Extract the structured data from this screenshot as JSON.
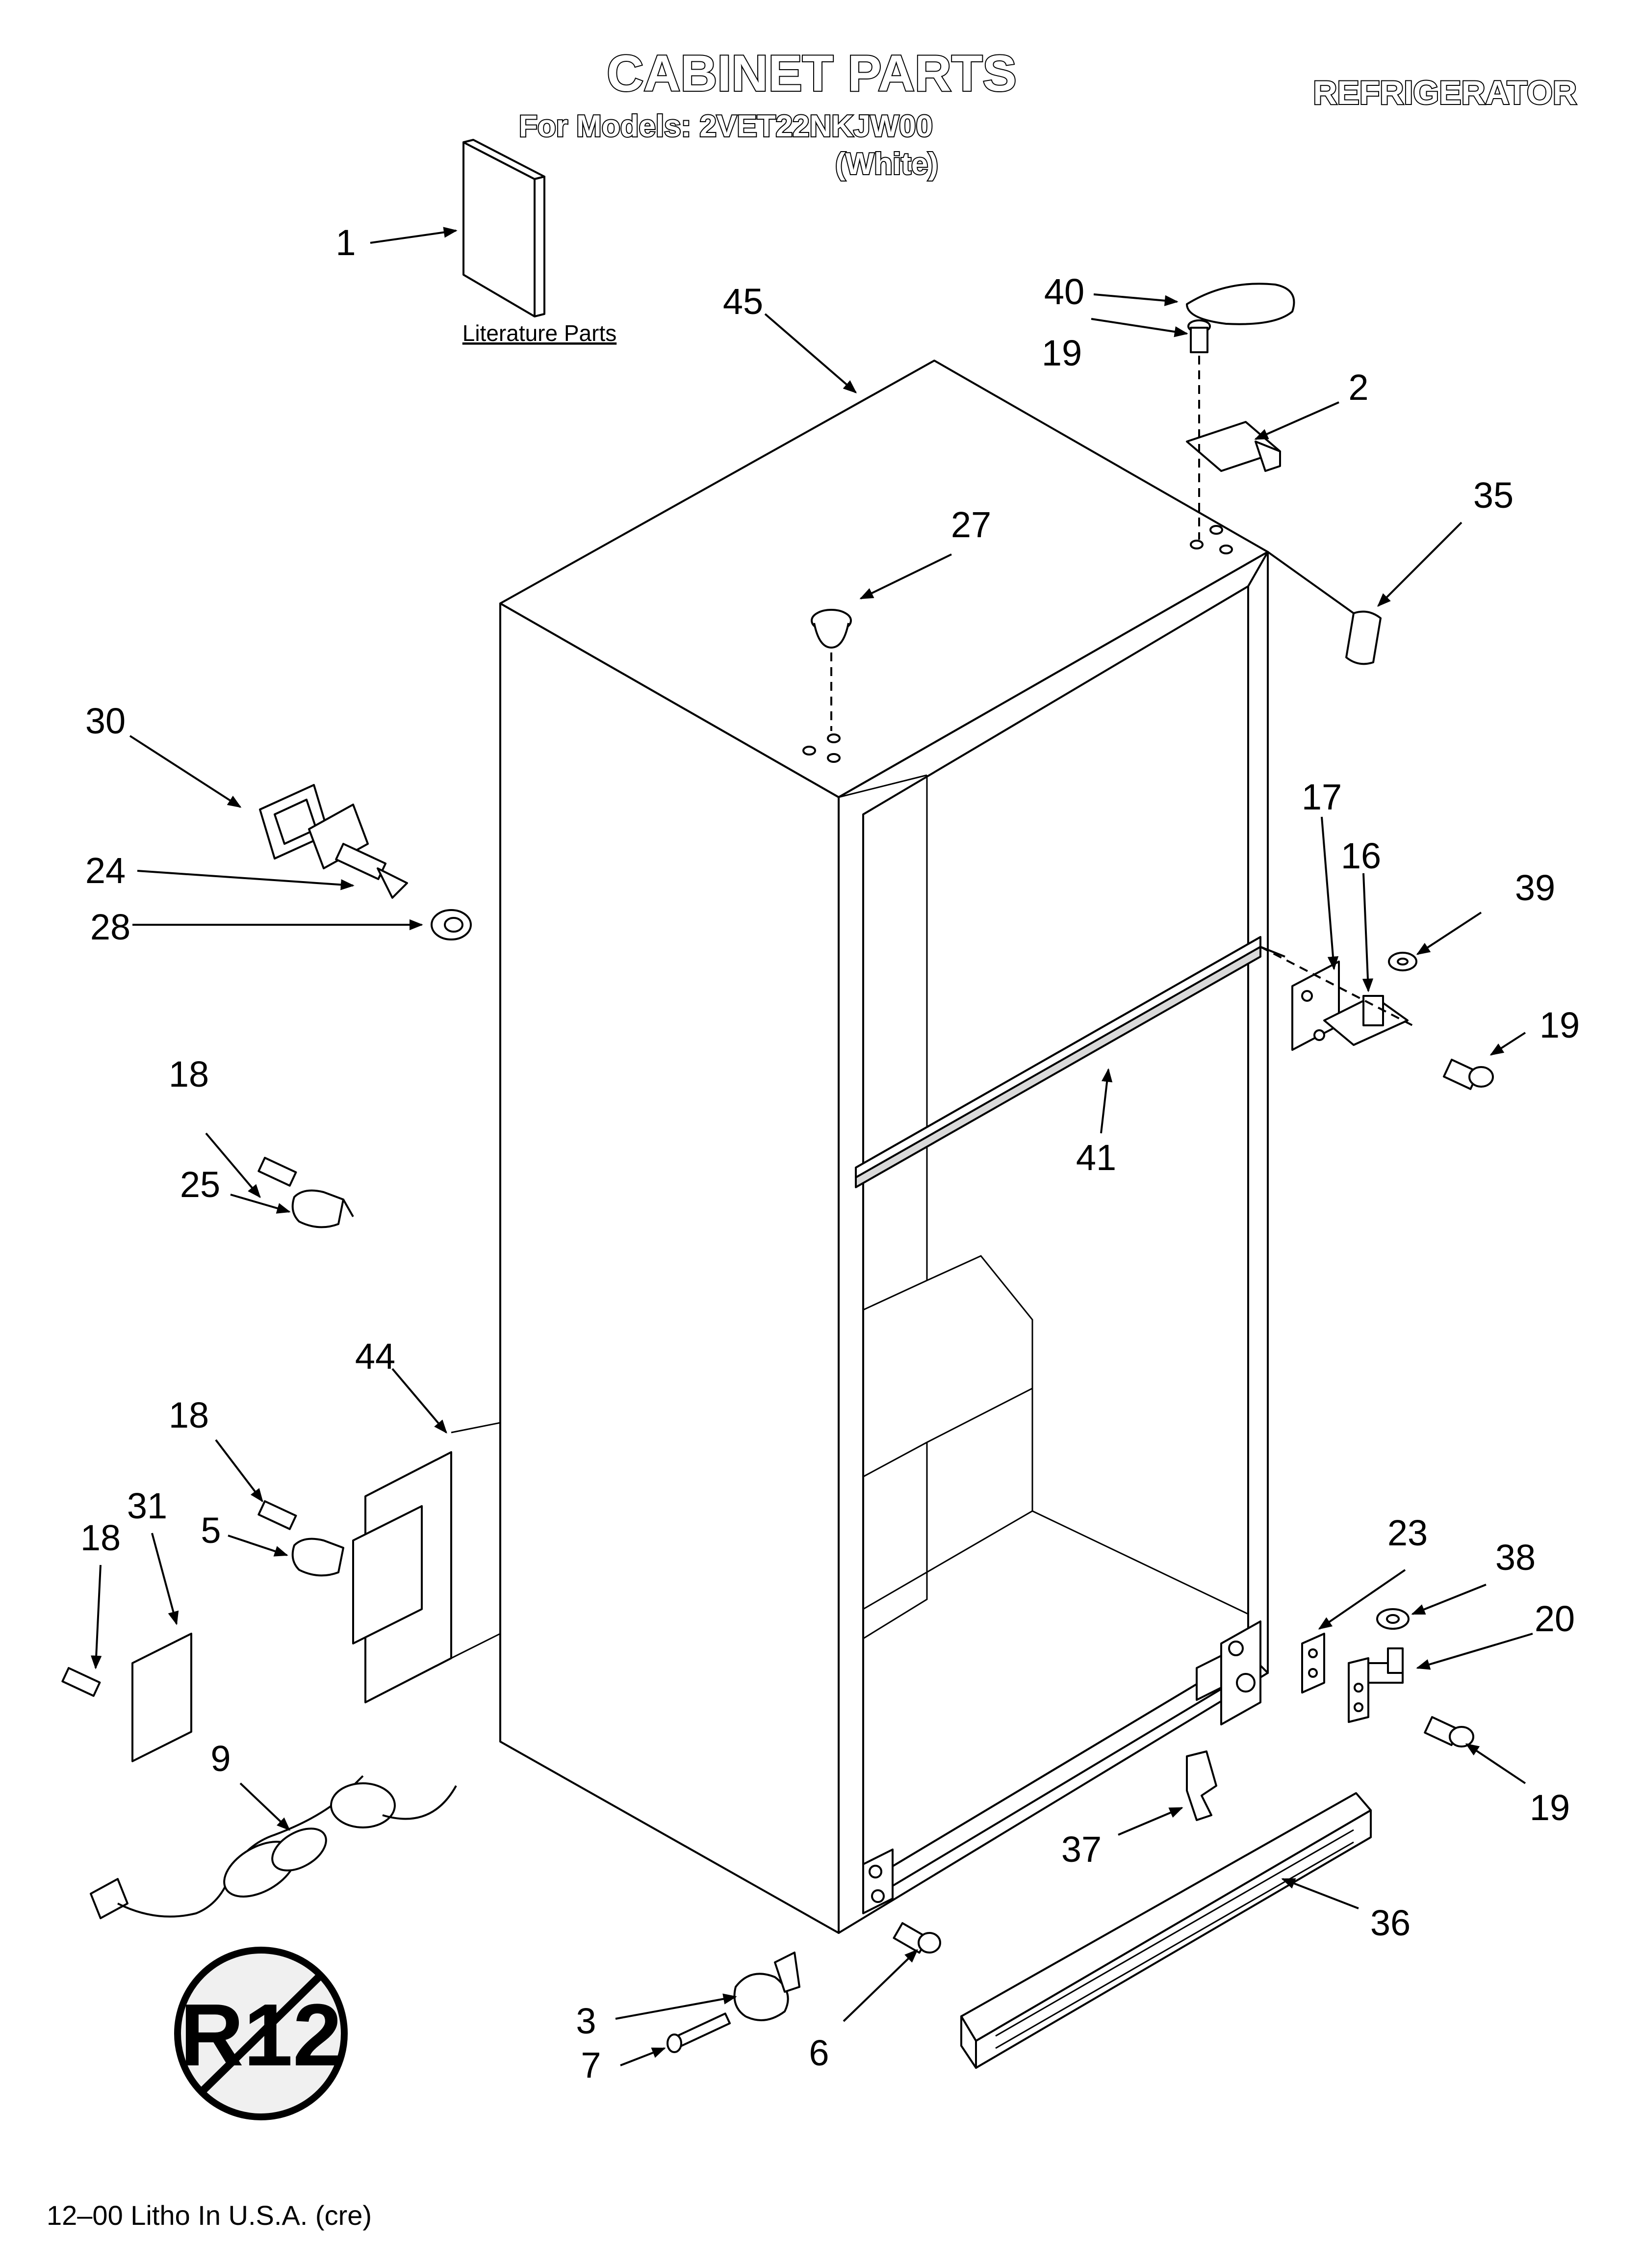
{
  "header": {
    "title": "CABINET PARTS",
    "models": "For Models: 2VET22NKJW00",
    "color": "(White)",
    "category": "REFRIGERATOR"
  },
  "literature_label": "Literature Parts",
  "footer": "12–00 Litho In U.S.A. (cre)",
  "r12_badge": "R12",
  "callouts": {
    "c1": "1",
    "c45": "45",
    "c40": "40",
    "c19a": "19",
    "c2": "2",
    "c35": "35",
    "c27": "27",
    "c30": "30",
    "c24": "24",
    "c28": "28",
    "c17": "17",
    "c16": "16",
    "c39": "39",
    "c19b": "19",
    "c41": "41",
    "c18a": "18",
    "c25": "25",
    "c44": "44",
    "c18b": "18",
    "c5": "5",
    "c31": "31",
    "c18c": "18",
    "c23": "23",
    "c38": "38",
    "c20": "20",
    "c19c": "19",
    "c9": "9",
    "c37": "37",
    "c36": "36",
    "c3": "3",
    "c6": "6",
    "c7": "7"
  }
}
